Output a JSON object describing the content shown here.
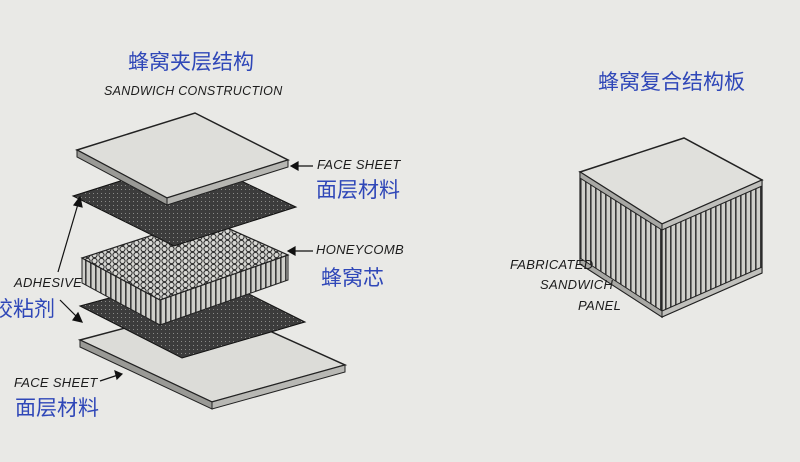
{
  "left_title_cn": "蜂窝夹层结构",
  "left_title_en": "SANDWICH CONSTRUCTION",
  "right_title_cn": "蜂窝复合结构板",
  "labels": {
    "face_sheet_top_en": "FACE SHEET",
    "face_sheet_top_cn": "面层材料",
    "honeycomb_en": "HONEYCOMB",
    "honeycomb_cn": "蜂窝芯",
    "adhesive_en": "ADHESIVE",
    "adhesive_cn": "胶粘剂",
    "face_sheet_bottom_en": "FACE SHEET",
    "face_sheet_bottom_cn": "面层材料",
    "panel_line1": "FABRICATED",
    "panel_line2": "SANDWICH",
    "panel_line3": "PANEL"
  },
  "colors": {
    "chinese_text": "#2f47b8",
    "english_text": "#1c1c1c",
    "background": "#e9e9e6"
  }
}
